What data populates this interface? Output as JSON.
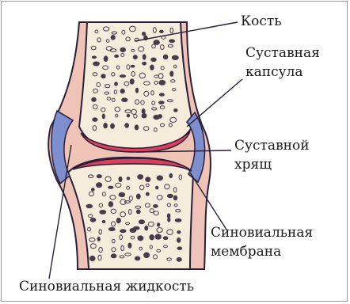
{
  "labels": {
    "bone": "Кость",
    "capsule_line1": "Суставная",
    "capsule_line2": "капсула",
    "cartilage_line1": "Суставной",
    "cartilage_line2": "хрящ",
    "membrane_line1": "Синовиальная",
    "membrane_line2": "мембрана",
    "fluid": "Синовиальная жидкость"
  },
  "colors": {
    "outline": "#2a1f3a",
    "bone_fill": "#f6ecdc",
    "capsule_fill": "#efc4b6",
    "membrane": "#7d8fcf",
    "cartilage": "#d9405c",
    "pores": "#4a3a4a"
  }
}
